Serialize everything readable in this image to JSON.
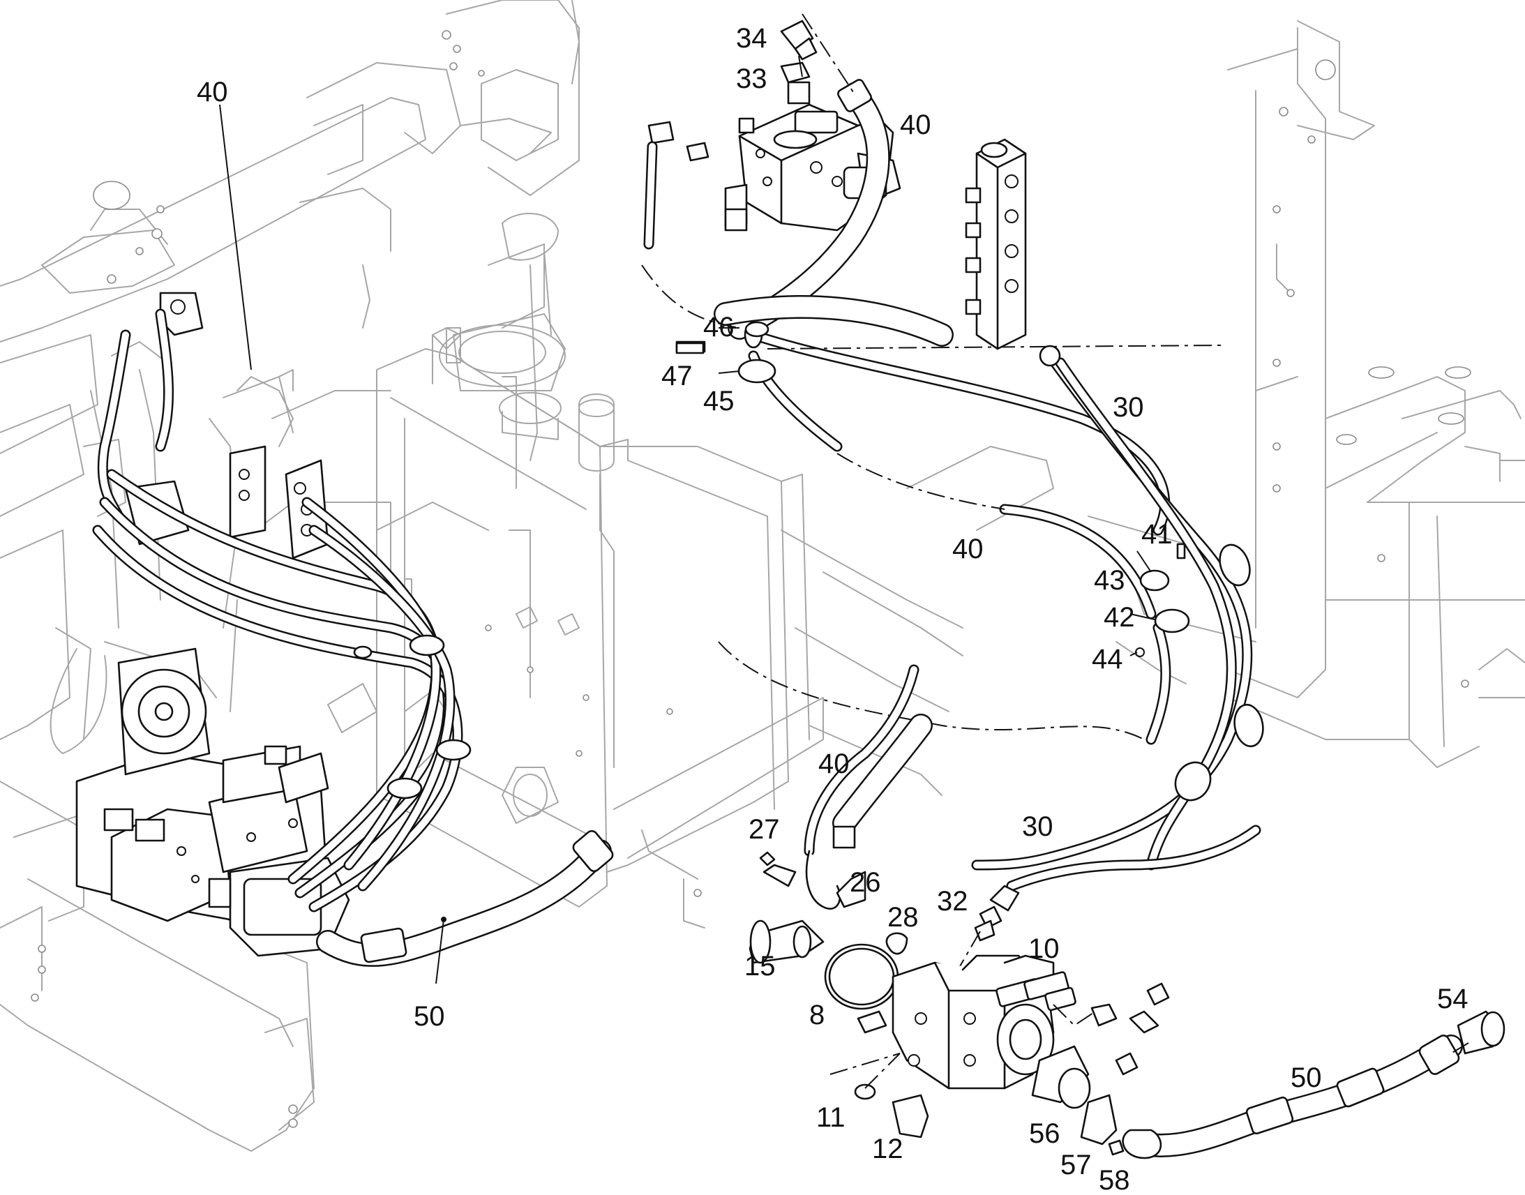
{
  "callouts": {
    "c40_left": "40",
    "c34": "34",
    "c33": "33",
    "c40_top": "40",
    "c46": "46",
    "c47": "47",
    "c45": "45",
    "c30_upper": "30",
    "c40_mid": "40",
    "c41": "41",
    "c43": "43",
    "c42": "42",
    "c44": "44",
    "c40_lower": "40",
    "c27": "27",
    "c30_lower": "30",
    "c26": "26",
    "c28": "28",
    "c32": "32",
    "c10": "10",
    "c15": "15",
    "c8": "8",
    "c50_left": "50",
    "c54": "54",
    "c50_right": "50",
    "c11": "11",
    "c12": "12",
    "c56": "56",
    "c57": "57",
    "c58": "58"
  }
}
